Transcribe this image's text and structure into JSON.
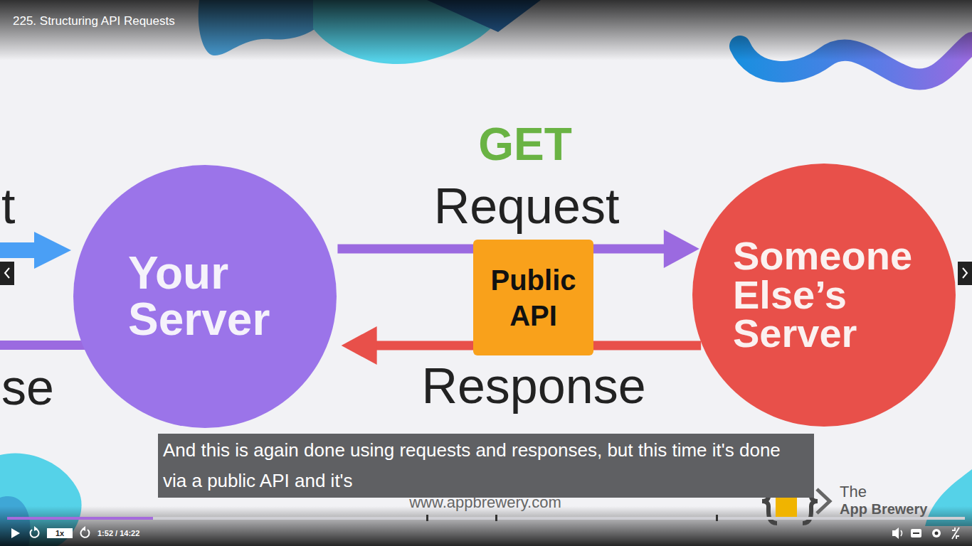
{
  "diagram": {
    "title": "225. Structuring API Requests",
    "caption": "And this is again done using requests and responses, but this time it's done via a public API and it's",
    "nodes": [
      {
        "text": [
          "Your Server"
        ]
      },
      {
        "text": [
          "Public API"
        ]
      },
      {
        "text": [
          "Someone Else’s Server"
        ]
      }
    ],
    "edges": [
      {
        "from": 0,
        "to": 1,
        "arrow": "none"
      },
      {
        "from": 1,
        "to": 2,
        "arrow": "to"
      },
      {
        "from": 2,
        "to": 1,
        "arrow": "none"
      },
      {
        "from": 1,
        "to": 0,
        "arrow": "to"
      }
    ],
    "labels": [
      "GET",
      "Request",
      "Response",
      "t",
      "se",
      "www.appbrewery.com",
      "The",
      "App Brewery",
      "1x",
      "1:52 / 14:22"
    ]
  }
}
